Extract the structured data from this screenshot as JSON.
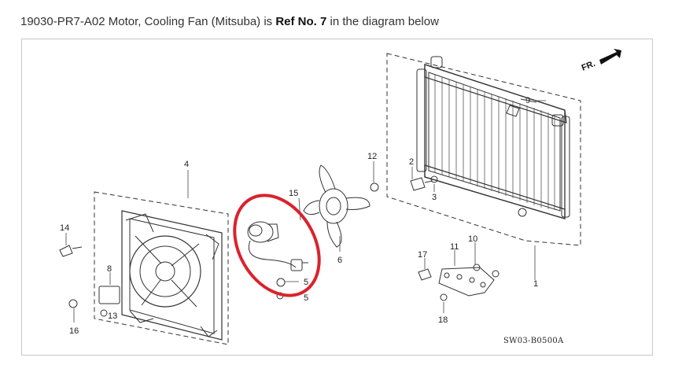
{
  "caption": {
    "part_number": "19030-PR7-A02",
    "description": "Motor, Cooling Fan (Mitsuba) is",
    "ref_label": "Ref No. 7",
    "suffix": "in the diagram below"
  },
  "diagram": {
    "direction_label": "FR.",
    "code": "SW03-B0500A",
    "callouts": [
      "1",
      "2",
      "3",
      "4",
      "5",
      "5",
      "6",
      "8",
      "9",
      "10",
      "11",
      "12",
      "13",
      "14",
      "15",
      "16",
      "17",
      "18"
    ],
    "highlight_color": "#d9232d"
  }
}
